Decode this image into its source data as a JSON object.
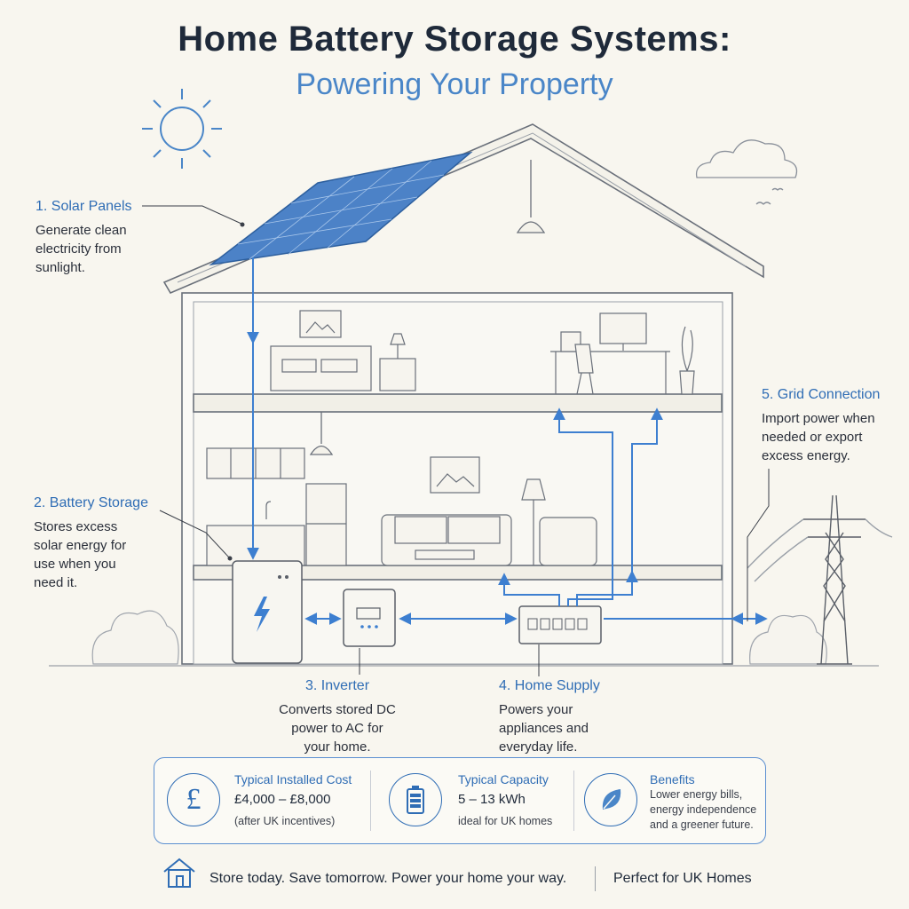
{
  "header": {
    "title": "Home Battery Storage Systems:",
    "subtitle": "Powering Your Property"
  },
  "callouts": {
    "solar": {
      "heading": "1. Solar Panels",
      "lines": [
        "Generate clean",
        "electricity from",
        "sunlight."
      ]
    },
    "battery": {
      "heading": "2. Battery Storage",
      "lines": [
        "Stores excess",
        "solar energy for",
        "use when you",
        "need it."
      ]
    },
    "inverter": {
      "heading": "3. Inverter",
      "lines": [
        "Converts stored DC",
        "power to AC for",
        "your home."
      ]
    },
    "supply": {
      "heading": "4. Home Supply",
      "lines": [
        "Powers your",
        "appliances and",
        "everyday life."
      ]
    },
    "grid": {
      "heading": "5. Grid Connection",
      "lines": [
        "Import power when",
        "needed or export",
        "excess energy."
      ]
    }
  },
  "info_panel": {
    "cost": {
      "label": "Typical Installed Cost",
      "value": "£4,000 – £8,000",
      "note": "(after UK incentives)",
      "icon": "pound-icon"
    },
    "capacity": {
      "label": "Typical Capacity",
      "value": "5 – 13 kWh",
      "note": "ideal for UK homes",
      "icon": "battery-icon"
    },
    "benefits": {
      "label": "Benefits",
      "lines": [
        "Lower energy bills,",
        "energy independence",
        "and a greener future."
      ],
      "icon": "leaf-icon"
    }
  },
  "footer": {
    "tagline": "Store today. Save tomorrow. Power your home your way.",
    "badge": "Perfect for UK Homes",
    "icon": "house-icon"
  },
  "colors": {
    "accent": "#4a86c8",
    "heading": "#2f6db5",
    "line": "#3d7fd0",
    "ink": "#2a2f3a"
  }
}
